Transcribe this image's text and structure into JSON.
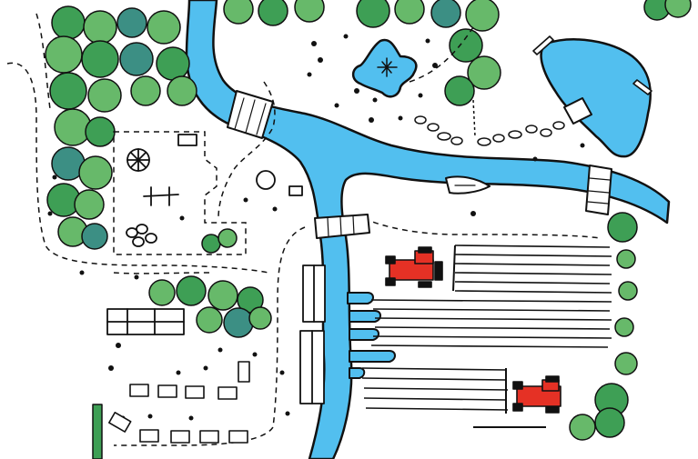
{
  "colors": {
    "water": "#52BFEF",
    "paper": "#FFFFFF",
    "ink": "#111111",
    "tree_light": "#67B96A",
    "tree_mid": "#3E9F55",
    "tree_dark": "#2E8B57",
    "tree_teal": "#3C8F84",
    "tractor": "#E53125"
  },
  "features": {
    "river": {
      "icon": "river-shape"
    },
    "lake": {
      "icon": "lake-shape"
    },
    "pond": {
      "icon": "star-pond-shape"
    },
    "bridges": [
      "bridge-icon",
      "bridge-icon",
      "bridge-icon"
    ],
    "tractors": [
      "tractor-icon",
      "tractor-icon"
    ],
    "boat": {
      "icon": "rowboat-icon"
    },
    "playground": {
      "icon": "playground-icon"
    },
    "campsite": {
      "icon": "tent-icon"
    },
    "fields": {
      "icon": "crop-rows-icon"
    },
    "barns": {
      "icon": "barn-roof-icon"
    }
  }
}
